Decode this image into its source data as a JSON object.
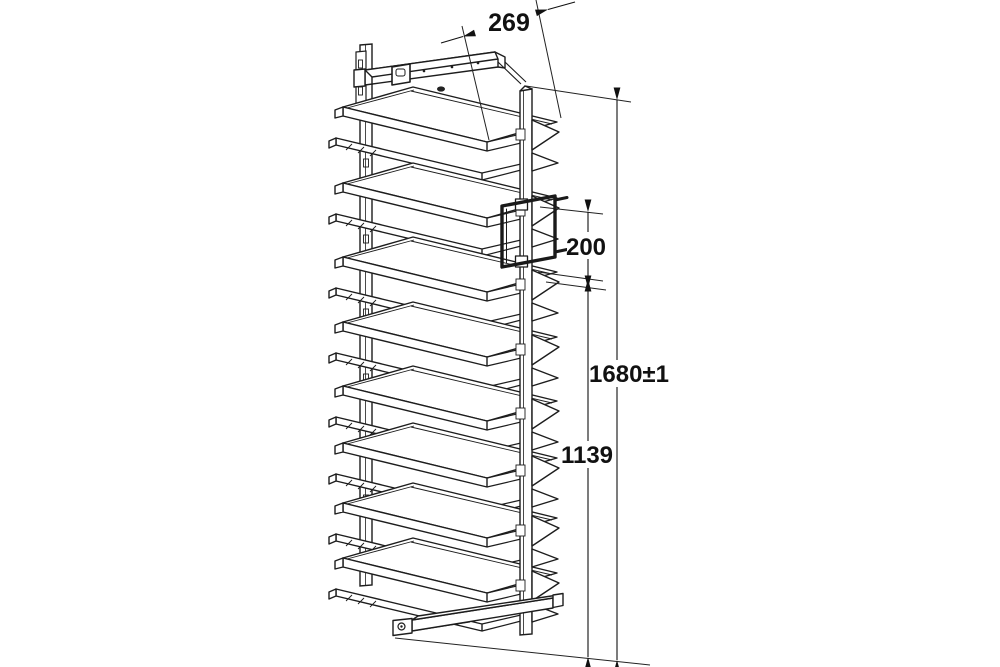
{
  "drawing": {
    "shelf_count": 8,
    "line_color": "#1d1d1d",
    "background_color": "#ffffff",
    "dimensions": {
      "top_depth": "269",
      "shelf_spacing": "200",
      "total_height": "1680±1",
      "lower_section_height": "1139"
    }
  }
}
